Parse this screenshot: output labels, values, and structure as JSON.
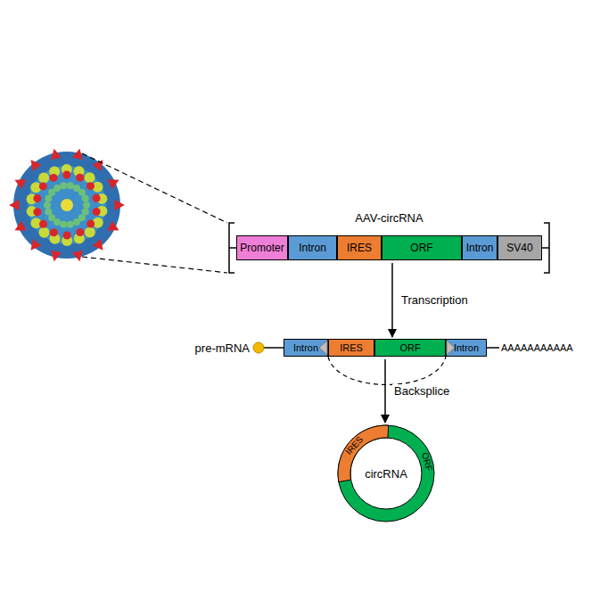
{
  "diagram": {
    "nodes": [
      {
        "text": [
          "Promoter"
        ]
      },
      {
        "text": [
          "Intron"
        ]
      },
      {
        "text": [
          "IRES"
        ]
      },
      {
        "text": [
          "ORF"
        ]
      },
      {
        "text": [
          "Intron"
        ]
      },
      {
        "text": [
          "SV40"
        ]
      },
      {
        "text": [
          "Intron"
        ]
      },
      {
        "text": [
          "IRES"
        ]
      },
      {
        "text": [
          "ORF"
        ]
      },
      {
        "text": [
          "Intron"
        ]
      },
      {
        "text": [
          "IRES",
          "circRNA",
          "ORF"
        ]
      }
    ],
    "edges": [
      {
        "from": 3,
        "to": 8,
        "arrow": "to",
        "label": "Transcription"
      },
      {
        "from": 8,
        "to": 10,
        "arrow": "to",
        "label": "Backsplice"
      }
    ],
    "labels": [
      "AAV-circRNA",
      "pre-mRNA",
      "AAAAAAAAAAA"
    ]
  }
}
